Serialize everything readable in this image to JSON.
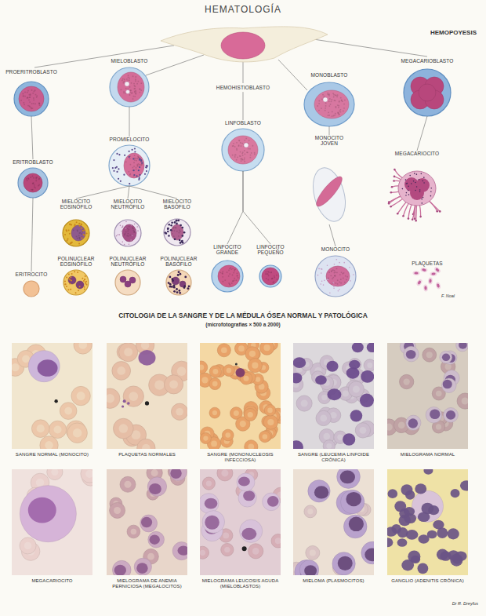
{
  "diagram": {
    "title": "HEMATOLOGÍA",
    "nodes": [
      {
        "text": [
          "PROERITROBLASTO"
        ]
      },
      {
        "text": [
          "MIELOBLASTO"
        ]
      },
      {
        "text": [
          "HEMOHISTIOBLASTO"
        ]
      },
      {
        "text": [
          "MONOBLASTO"
        ]
      },
      {
        "text": [
          "MEGACARIOBLASTO"
        ]
      },
      {
        "text": [
          "ERITROBLASTO"
        ]
      },
      {
        "text": [
          "PROMIELOCITO"
        ]
      },
      {
        "text": [
          "LINFOBLASTO"
        ]
      },
      {
        "text": [
          "MONOCITO JOVEN"
        ]
      },
      {
        "text": [
          "MEGACARIOCITO"
        ]
      },
      {
        "text": [
          "MIELOCITO EOSINÓFILO"
        ]
      },
      {
        "text": [
          "MIELOCITO NEUTRÓFILO"
        ]
      },
      {
        "text": [
          "MIELOCITO BASÓFILO"
        ]
      },
      {
        "text": [
          "ERITROCITO"
        ]
      },
      {
        "text": [
          "POLINUCLEAR EOSINÓFILO"
        ]
      },
      {
        "text": [
          "POLINUCLEAR NEUTRÓFILO"
        ]
      },
      {
        "text": [
          "POLINUCLEAR BASÓFILO"
        ]
      },
      {
        "text": [
          "LINFOCITO GRANDE"
        ]
      },
      {
        "text": [
          "LINFOCITO PEQUEÑO"
        ]
      },
      {
        "text": [
          "MONOCITO"
        ]
      },
      {
        "text": [
          "PLAQUETAS"
        ]
      },
      {
        "text": [
          "SANGRE NORMAL (MONOCITO)"
        ]
      },
      {
        "text": [
          "PLAQUETAS NORMALES"
        ]
      },
      {
        "text": [
          "SANGRE (MONONUCLEOSIS INFECCIOSA)"
        ]
      },
      {
        "text": [
          "SANGRE (LEUCEMIA LINFOIDE CRÓNICA)"
        ]
      },
      {
        "text": [
          "MIELOGRAMA NORMAL"
        ]
      },
      {
        "text": [
          "MEGACARIOCITO"
        ]
      },
      {
        "text": [
          "MIELOGRAMA DE ANEMIA PERNICIOSA (MEGALOCITOS)"
        ]
      },
      {
        "text": [
          "MIELOGRAMA LEUCOSIS AGUDA (MIELOBLASTOS)"
        ]
      },
      {
        "text": [
          "MIELOMA (PLASMOCITOS)"
        ]
      },
      {
        "text": [
          "GANGLIO (ADENITIS CRÓNICA)"
        ]
      }
    ],
    "edges": [
      {
        "from": 0,
        "to": 5,
        "arrow": "none"
      },
      {
        "from": 5,
        "to": 13,
        "arrow": "none"
      },
      {
        "from": 1,
        "to": 6,
        "arrow": "none"
      },
      {
        "from": 6,
        "to": 10,
        "arrow": "none"
      },
      {
        "from": 6,
        "to": 11,
        "arrow": "none"
      },
      {
        "from": 6,
        "to": 12,
        "arrow": "none"
      },
      {
        "from": 2,
        "to": 7,
        "arrow": "none"
      },
      {
        "from": 7,
        "to": 17,
        "arrow": "none"
      },
      {
        "from": 7,
        "to": 18,
        "arrow": "none"
      },
      {
        "from": 3,
        "to": 8,
        "arrow": "none"
      },
      {
        "from": 8,
        "to": 19,
        "arrow": "none"
      },
      {
        "from": 4,
        "to": 9,
        "arrow": "none"
      }
    ],
    "labels": [
      "HEMOPOYESIS",
      "CITOLOGIA DE LA SANGRE Y DE LA MÉDULA ÓSEA NORMAL Y PATOLÓGICA",
      "(microfotografías × 500 a 2000)",
      "F. Noal",
      "Dr R. Dreyfus"
    ]
  }
}
